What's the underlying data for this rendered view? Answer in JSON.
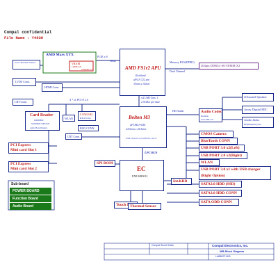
{
  "header": {
    "title": "Compal confidential",
    "file_name": "File Name : Y4838"
  },
  "blocks": {
    "amd_mars": "AMD Mars XTX",
    "vram": "VRAM",
    "vram_sub": "128Mx16",
    "vram_sub2": "GDDR5 x4",
    "pcie_x8": "PCIE x 8",
    "gen2": "Gen2",
    "vga_thermal": "VGA Thermal Sensor",
    "lvds_conn": "LVDS Conn.",
    "hdmi_conn": "HDMI Conn.",
    "crt_conn": "CRT Conn.",
    "apu_title": "AMD FS1r2 APU",
    "apu_line1": "Richland",
    "apu_line2": "uPGA 722 pin",
    "apu_line3": "35mm x 35mm",
    "umi": "x4 UMI Gen. 1",
    "umi2": "2.5GB/s per lane",
    "memory_bus": "Memory BUS(DDR3)",
    "dual_channel": "Dual Channel",
    "sodimm": "204pin DDR3L-SO-DIMM X2",
    "pcie_x1": "4 * x1 PCI-E 2.0",
    "card_reader": "Card Reader",
    "card_reader_sub1": "JMB388C",
    "card_reader_sub2": "SD/MMC/MS/XD",
    "card_reader_sub3": "Audio Board Pagexx",
    "wlan_small": "WLAN",
    "lan": "LAN(GbE)",
    "lan_sub": "RTL8111G",
    "rj45": "RJ45 CONN",
    "fch_title": "Bolton M3",
    "fch_sub1": "uFCBGA-656",
    "fch_sub2": "24.5mm x 24.5mm",
    "usb_ports": "USB 2.0 port 0,1,2,3,8,9,10,11,12,13",
    "hd_audio": "HD Audio",
    "audio_codec": "Audio Codec",
    "audio_codec_sub": "Realtek",
    "audio_codec_sub2": "ALC269-VC",
    "speaker": "2Channel Speaker",
    "dmic": "Array Digital MIC",
    "audio_jacks": "Audio Jacks",
    "audio_jacks_sub": "HP(Headphone) and",
    "cmos": "CMOS Camera",
    "bt": "BlueTooth CONN",
    "usb30_left": "USB PORT 3.0 x2(Left)",
    "usb20_right": "USB PORT 2.0 x2(Right)",
    "wlan": "WLAN",
    "usb30_charger": "USB PORT 3.0 x1 with USB charger",
    "right_option": "(Right Option)",
    "sata_hdd1": "SATA3.0 HDD (SSD)",
    "sata_hdd2": "SATA3.0 HDD CONN",
    "sata_odd": "SATA ODD CONN",
    "pci_express1": "PCI Express",
    "mini_slot1": "Mini card Slot 1",
    "pci_express2": "PCI Express",
    "mini_slot2": "Mini card Slot 2",
    "spi_rom": "SPI ROM",
    "lpc_bus": "LPC BUS",
    "ec": "EC",
    "ec_sub": "ENE KB9012",
    "int_kbd": "Int.KBD",
    "touch_pad": "Touch Pad",
    "thermal_sensor": "Thermal Sensor"
  },
  "subboards": {
    "title": "Sub-board",
    "items": [
      "POWER BOARD",
      "Function Board",
      "Audio Board"
    ]
  },
  "footer": {
    "company": "Compal Electronics, Inc.",
    "doc_title": "MB Block Diagram",
    "model": "LA8862P  M/B",
    "secret": "Compal Secret Data"
  },
  "colors": {
    "line": "#1a2a8a",
    "text_blue": "#1f2fb8",
    "red": "#c01818",
    "green": "#1a7a1a",
    "purple": "#6b2a8a"
  }
}
